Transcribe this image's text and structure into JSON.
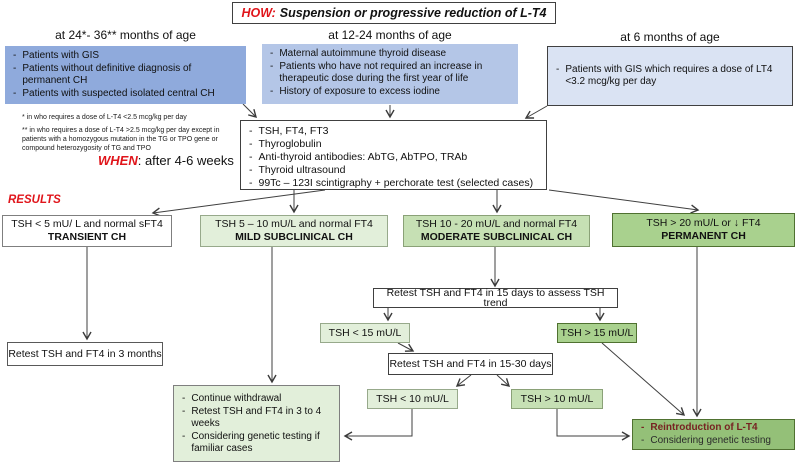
{
  "title": {
    "prefix": "HOW:",
    "text": "Suspension or progressive reduction of L-T4"
  },
  "columns": [
    {
      "header": "at 24*- 36** months of age",
      "items": [
        "Patients with GIS",
        "Patients without definitive diagnosis of permanent CH",
        "Patients with suspected isolated central CH"
      ]
    },
    {
      "header": "at 12-24 months of age",
      "items": [
        "Maternal autoimmune thyroid disease",
        "Patients who have not required an increase in therapeutic dose during the first year of life",
        "History of exposure to excess iodine"
      ]
    },
    {
      "header": "at 6 months of age",
      "items": [
        "Patients with GIS which requires a dose of LT4 <3.2 mcg/kg per day"
      ]
    }
  ],
  "footnotes": {
    "line1": "* in  who requires a dose of L-T4 <2.5 mcg/kg per day",
    "line2": "** in  who requires a dose of L-T4 >2.5 mcg/kg per day except in patients with  a homozygous mutation in the TG or TPO gene or compound heterozygosity of TG and TPO"
  },
  "when": {
    "prefix": "WHEN",
    "text": ": after 4-6 weeks"
  },
  "tests": {
    "items": [
      "TSH, FT4, FT3",
      "Thyroglobulin",
      "Anti-thyroid antibodies: AbTG, AbTPO, TRAb",
      "Thyroid ultrasound",
      "99Tc – 123I scintigraphy + perchorate test (selected cases)"
    ]
  },
  "results_label": "RESULTS",
  "results": [
    {
      "criteria": "TSH < 5 mU/ L and normal sFT4",
      "diagnosis": "TRANSIENT CH"
    },
    {
      "criteria": "TSH 5 – 10 mU/L and normal FT4",
      "diagnosis": "MILD SUBCLINICAL CH"
    },
    {
      "criteria": "TSH 10 - 20 mU/L and normal FT4",
      "diagnosis": "MODERATE SUBCLINICAL CH"
    },
    {
      "criteria": "TSH > 20 mU/L or ↓ FT4",
      "diagnosis": "PERMANENT CH"
    }
  ],
  "followup": {
    "retest_3_months": "Retest TSH and FT4 in 3 months",
    "retest_15_days": "Retest TSH and FT4 in 15 days to assess TSH trend",
    "tsh_lt_15": "TSH < 15 mU/L",
    "tsh_gt_15": "TSH > 15 mU/L",
    "retest_15_30_days": "Retest TSH and FT4 in 15-30 days",
    "tsh_lt_10": "TSH < 10 mU/L",
    "tsh_gt_10": "TSH > 10 mU/L",
    "continue_withdrawal": {
      "items": [
        "Continue withdrawal",
        "Retest TSH and FT4 in 3 to 4 weeks",
        "Considering genetic testing if familiar cases"
      ]
    },
    "reintroduction": {
      "line1": "Reintroduction of L-T4",
      "line2": "Considering genetic testing"
    }
  },
  "colors": {
    "accent_red": "#e0151b",
    "blue_dark": "#8faadc",
    "blue_mid": "#b4c6e7",
    "blue_light": "#dae3f3",
    "green_light": "#e2efda",
    "green_mid": "#c6e0b4",
    "green_dark": "#a9d18e",
    "green_darker": "#94c078",
    "reintro_text": "#772222"
  }
}
